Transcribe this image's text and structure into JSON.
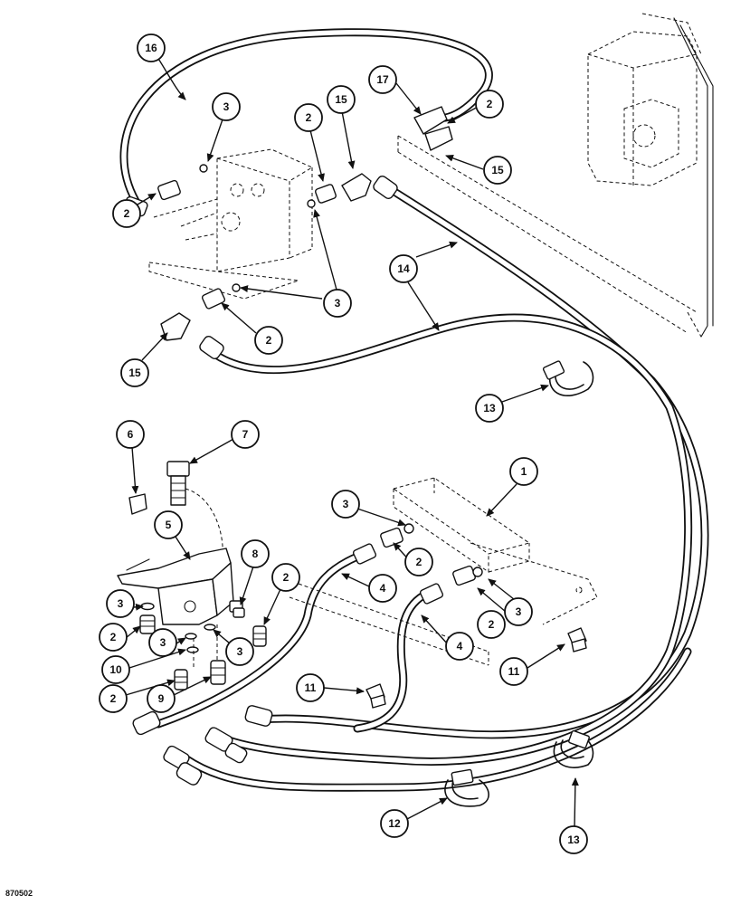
{
  "drawing_code": "870502",
  "callouts": [
    "16",
    "3",
    "2",
    "15",
    "17",
    "2",
    "15",
    "2",
    "3",
    "3",
    "14",
    "2",
    "15",
    "13",
    "1",
    "6",
    "7",
    "5",
    "3",
    "8",
    "2",
    "3",
    "2",
    "4",
    "2",
    "3",
    "3",
    "3",
    "2",
    "4",
    "10",
    "2",
    "9",
    "11",
    "11",
    "12",
    "13"
  ]
}
